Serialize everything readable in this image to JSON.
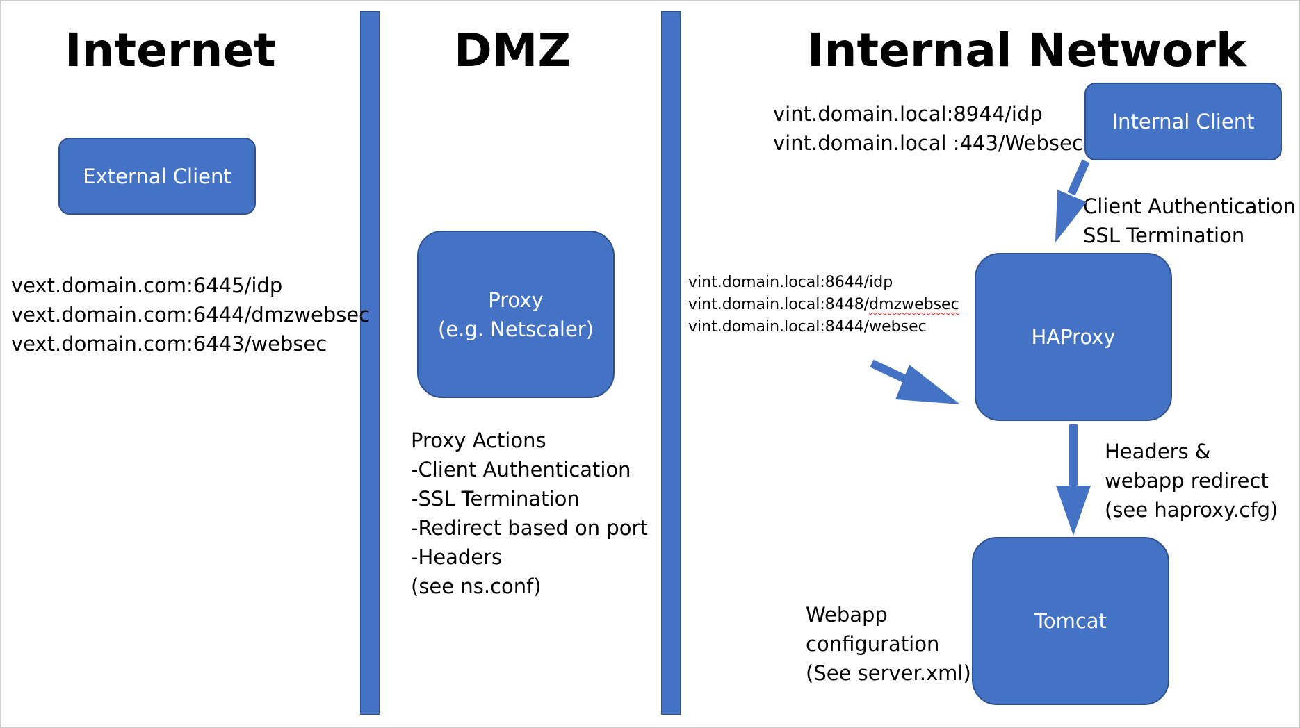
{
  "zones": {
    "internet": "Internet",
    "dmz": "DMZ",
    "internal": "Internal Network"
  },
  "nodes": {
    "external_client": "External Client",
    "proxy": [
      "Proxy",
      "(e.g. Netscaler)"
    ],
    "internal_client": "Internal Client",
    "haproxy": "HAProxy",
    "tomcat": "Tomcat"
  },
  "notes": {
    "external_urls": [
      "vext.domain.com:6445/idp",
      "vext.domain.com:6444/dmzwebsec",
      "vext.domain.com:6443/websec"
    ],
    "proxy_actions": [
      "Proxy Actions",
      "-Client Authentication",
      "-SSL Termination",
      "-Redirect based on port",
      "-Headers",
      "(see ns.conf)"
    ],
    "internal_urls": [
      "vint.domain.local:8944/idp",
      "vint.domain.local :443/Websec"
    ],
    "client_auth": [
      "Client Authentication",
      "SSL Termination"
    ],
    "dmz_urls": {
      "line1": "vint.domain.local:8644/idp",
      "line2_prefix": "vint.domain.local:8448/",
      "line2_word": "dmzwebsec",
      "line3": "vint.domain.local:8444/websec"
    },
    "headers_redirect": [
      "Headers &",
      "webapp redirect",
      "(see haproxy.cfg)"
    ],
    "webapp_config": [
      "Webapp",
      "configuration",
      "(See server.xml)"
    ]
  },
  "colors": {
    "shape_fill": "#4472c4",
    "shape_border": "#2f528f",
    "text_on_shape": "#ffffff",
    "spellcheck_underline": "#e02020"
  }
}
